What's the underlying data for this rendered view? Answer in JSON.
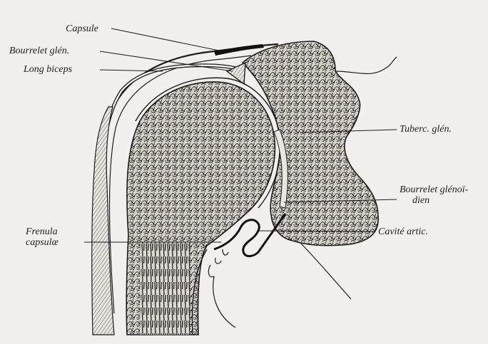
{
  "figure": {
    "labels": {
      "capsule": "Capsule",
      "bourrelet_glen": "Bourrelet glén.",
      "long_biceps": "Long biceps",
      "tuberc_glen": "Tuberc. glén.",
      "bourrelet_glenoidien_line1": "Bourrelet glénoï-",
      "bourrelet_glenoidien_line2": "dien",
      "frenula_line1": "Frenula",
      "frenula_line2": "capsulæ",
      "cavite_artic": "Cavité artic."
    }
  },
  "colors": {
    "paper": "#f2f0ec",
    "ink": "#1c1c1c",
    "bone_fill": "#cfcac2"
  }
}
